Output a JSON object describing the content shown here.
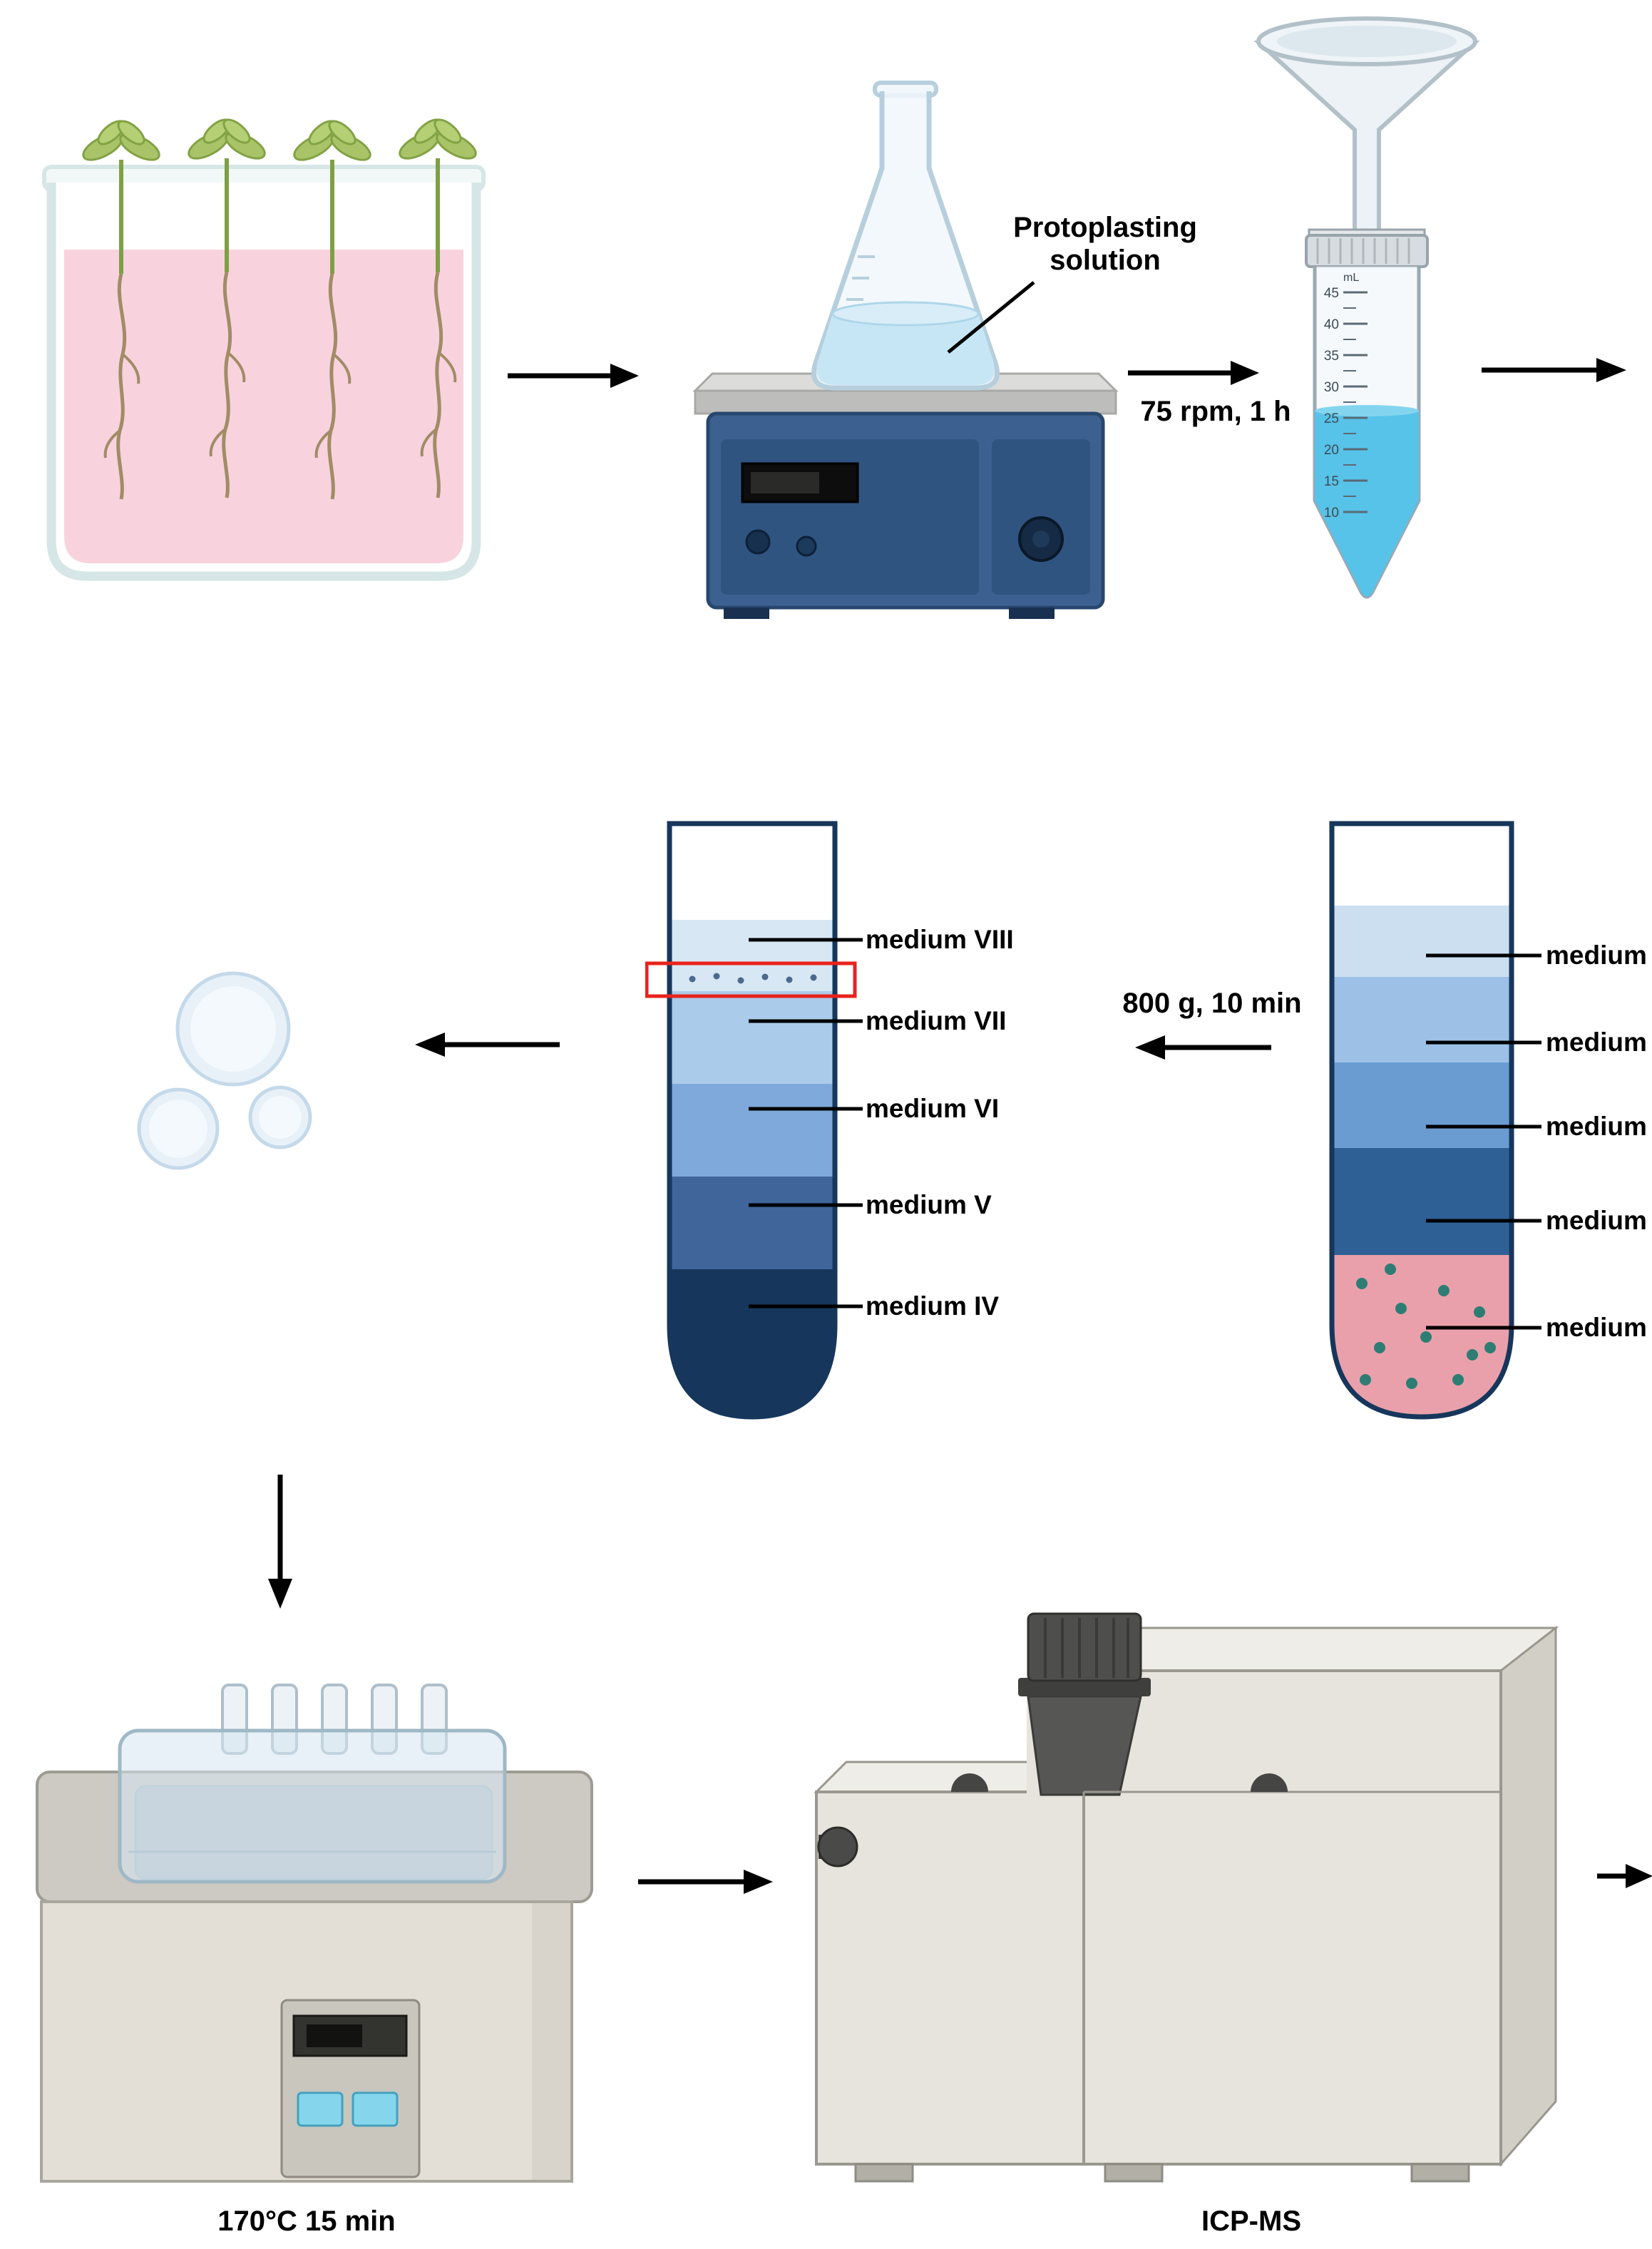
{
  "labels": {
    "protoplasting_solution": "Protoplasting\nsolution",
    "shake_condition": "75 rpm, 1 h",
    "centrifuge_condition": "800 g, 10 min",
    "digestion_condition": "170°C 15 min",
    "instrument_name": "ICP-MS"
  },
  "falcon_tube": {
    "unit": "mL",
    "scale": [
      "45",
      "40",
      "35",
      "30",
      "25",
      "20",
      "15",
      "10"
    ]
  },
  "gradient_tube": {
    "labels": [
      "medium VIII",
      "medium VII",
      "medium VI",
      "medium V",
      "medium IV"
    ],
    "layer_colors": [
      "#ffffff",
      "#d8e7f4",
      "#abcbea",
      "#7fa9da",
      "#40659b",
      "#16365c"
    ]
  },
  "loaded_tube": {
    "labels": [
      "medium",
      "medium",
      "medium",
      "medium",
      "medium"
    ],
    "layer_colors": [
      "#ffffff",
      "#cbdff1",
      "#9dc1e6",
      "#6b9cd1",
      "#2e6096",
      "#e9a0aa"
    ]
  },
  "colors": {
    "arrow": "#000000",
    "highlight_box": "#e8231c",
    "seedling_medium_pink": "#f8d3de",
    "leaf_green": "#a9c468",
    "flask_liquid": "#c7e6f5",
    "falcon_liquid": "#57c3e9",
    "cell_dot_teal": "#2e7d74"
  }
}
